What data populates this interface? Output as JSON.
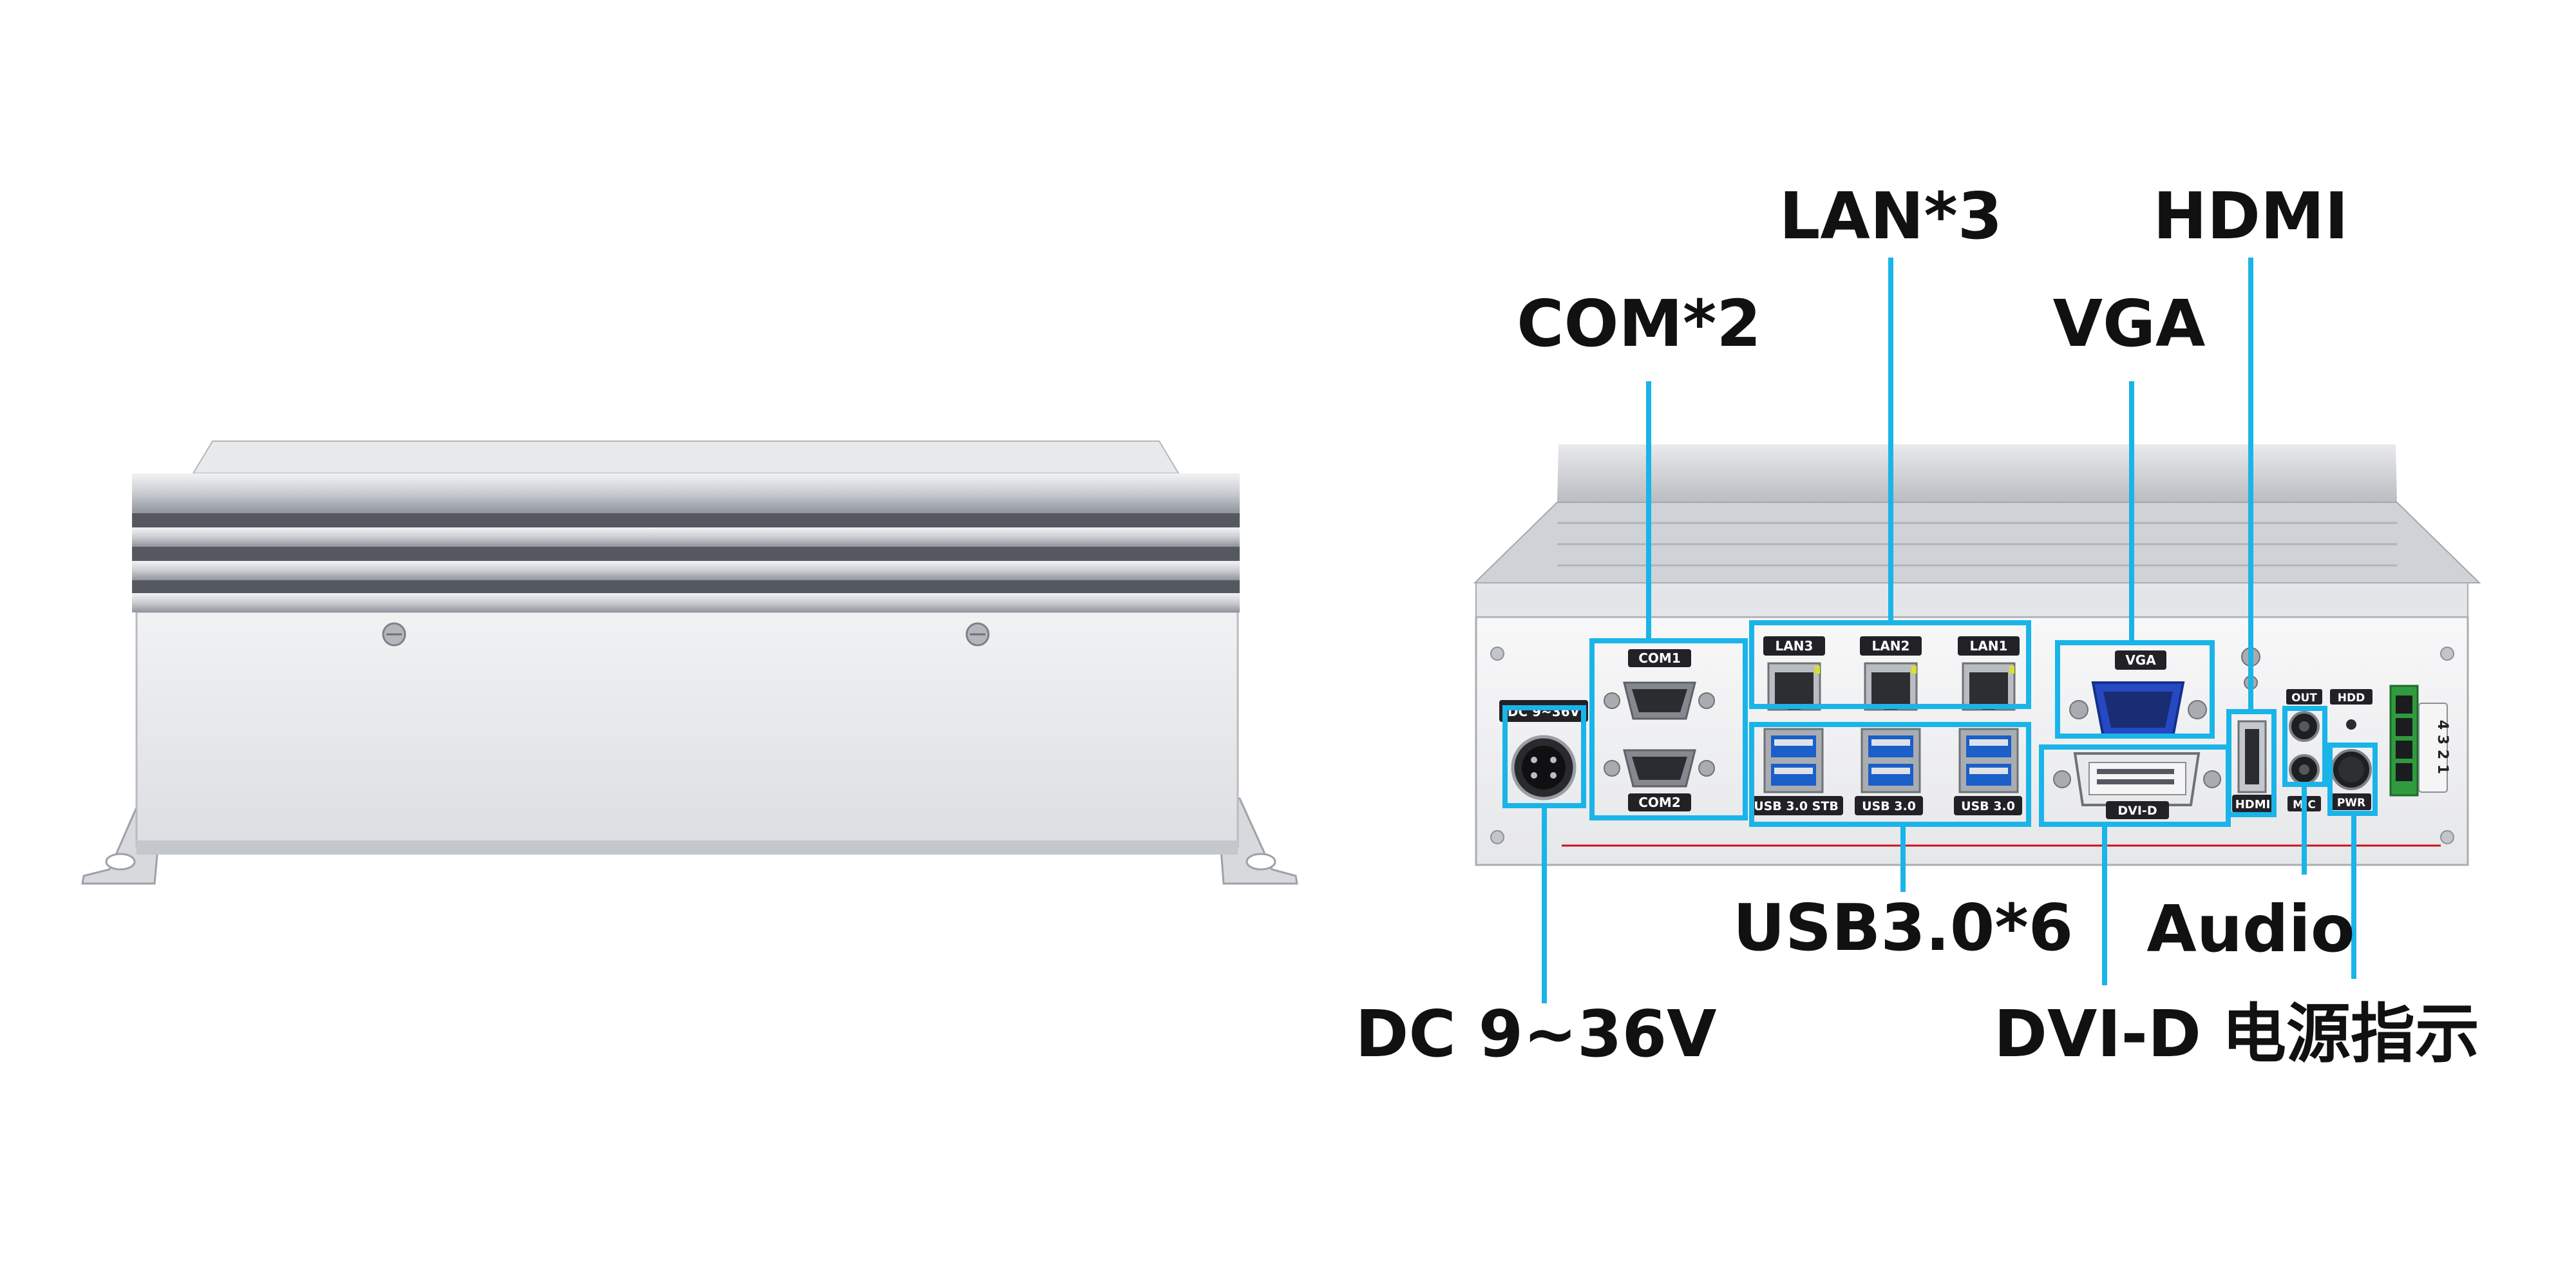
{
  "accent_color": "#1ab4e8",
  "views": {
    "side": {
      "name": "side-view"
    },
    "rear": {
      "name": "rear-io-panel"
    }
  },
  "port_plates": {
    "dc": "DC 9~36V",
    "com1": "COM1",
    "com2": "COM2",
    "lan3": "LAN3",
    "lan2": "LAN2",
    "lan1": "LAN1",
    "usb_stb": "USB 3.0 STB",
    "usb_a": "USB 3.0",
    "usb_b": "USB 3.0",
    "vga": "VGA",
    "dvi": "DVI-D",
    "hdmi": "HDMI",
    "out": "OUT",
    "mic": "MIC",
    "hdd": "HDD",
    "pwr": "PWR",
    "terminal": "4 3 2 1"
  },
  "callouts": {
    "lan": "LAN*3",
    "hdmi": "HDMI",
    "com": "COM*2",
    "vga": "VGA",
    "usb": "USB3.0*6",
    "audio": "Audio",
    "dc": "DC 9~36V",
    "dvi": "DVI-D",
    "power_led": "电源指示"
  }
}
